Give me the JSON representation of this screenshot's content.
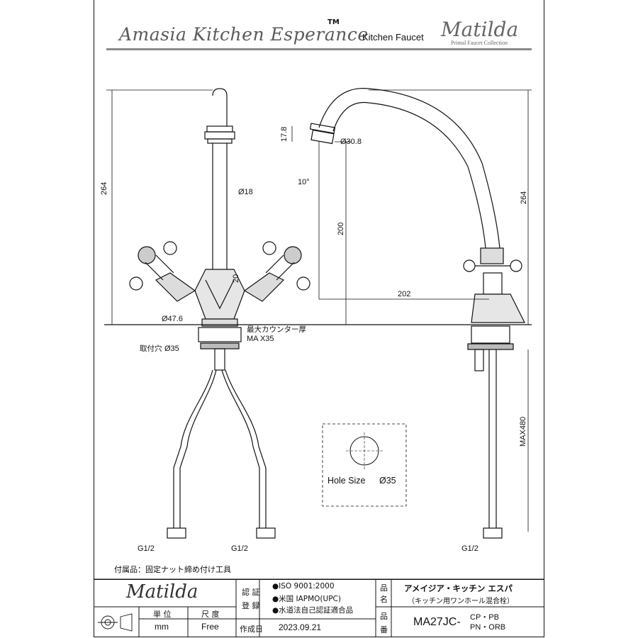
{
  "header": {
    "brand": "Amasia Kitchen Esperance",
    "trademark": "TM",
    "subtitle": "Kitchen Faucet",
    "logo": "Matilda",
    "logo_sub": "Primal Faucet Collection"
  },
  "dimensions": {
    "left_height": "264",
    "right_height": "264",
    "stem_diameter": "Ø18",
    "handle_offset": "20",
    "base_diameter": "Ø47.6",
    "aerator_height": "17.8",
    "aerator_diameter": "Ø30.8",
    "spout_angle": "10°",
    "spout_clearance": "200",
    "spout_reach": "202",
    "hose_length": "MAX480",
    "counter_label": "最大カウンター厚",
    "counter_value": "MA  X35",
    "mount_hole_label": "取付穴",
    "mount_hole_value": "Ø35",
    "hole_size_label": "Hole Size",
    "hole_size_value": "Ø35",
    "thread_left": "G1/2",
    "thread_middle": "G1/2",
    "thread_right": "G1/2"
  },
  "accessory_note": "付属品：固定ナット締め付け工具",
  "title_block": {
    "logo": "Matilda",
    "unit_label": "単  位",
    "scale_label": "尺  度",
    "unit_value": "mm",
    "scale_value": "Free",
    "cert_label_1": "認  証",
    "cert_label_2": "登  録",
    "certs": [
      "●ISO 9001:2000",
      "●米国 IAPMO(UPC)",
      "●水道法自己認証適合品"
    ],
    "created_label": "作成日",
    "created_value": "2023.09.21",
    "product_label_1": "品",
    "product_label_2": "名",
    "product_name": "アメイジア・キッチン エスパ",
    "product_desc": "（キッチン用ワンホール混合栓）",
    "number_label_1": "品",
    "number_label_2": "番",
    "model": "MA27JC-",
    "finish_1": "CP・PB",
    "finish_2": "PN・ORB"
  }
}
